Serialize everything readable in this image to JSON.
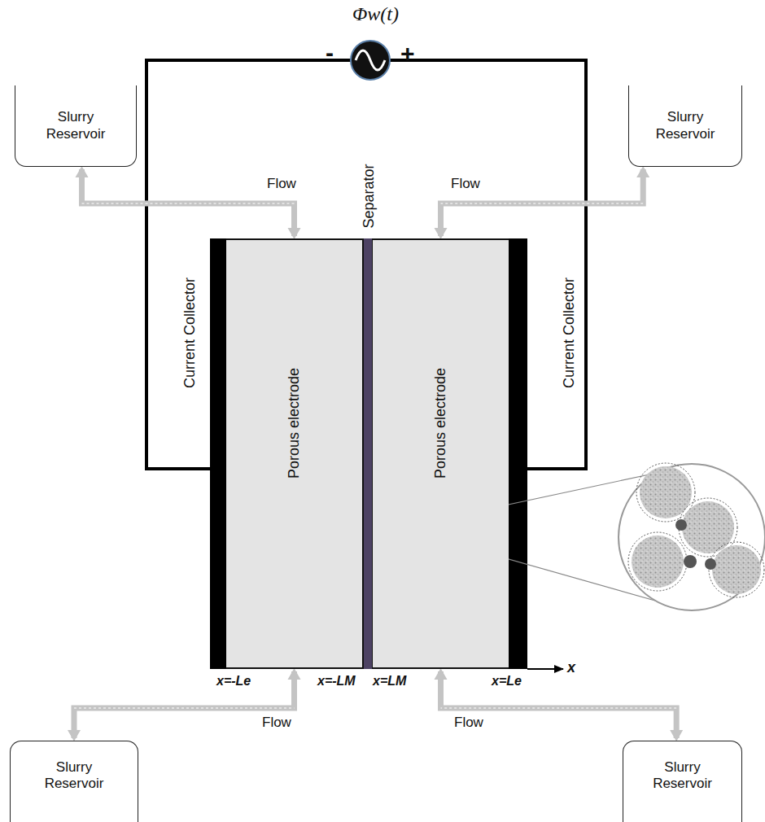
{
  "diagram": {
    "nodes": [
      {
        "text": [
          "Slurry Reservoir"
        ]
      },
      {
        "text": [
          "Slurry Reservoir"
        ]
      },
      {
        "text": [
          "Current Collector"
        ]
      },
      {
        "text": [
          "Porous electrode"
        ]
      },
      {
        "text": [
          "Separator"
        ]
      },
      {
        "text": [
          "Porous electrode"
        ]
      },
      {
        "text": [
          "Current Collector"
        ]
      },
      {
        "text": [
          "Slurry Reservoir"
        ]
      },
      {
        "text": [
          "Slurry Reservoir"
        ]
      }
    ],
    "edges": [
      {
        "from": 0,
        "to": 3,
        "arrow": "both",
        "label": "Flow"
      },
      {
        "from": 1,
        "to": 5,
        "arrow": "both",
        "label": "Flow"
      },
      {
        "from": 7,
        "to": 3,
        "arrow": "both",
        "label": "Flow"
      },
      {
        "from": 8,
        "to": 5,
        "arrow": "both",
        "label": "Flow"
      }
    ],
    "labels": [
      "Φw(t)",
      "-",
      "+",
      "x=-Le",
      "x=-LM",
      "x=LM",
      "x=Le",
      "x"
    ]
  }
}
